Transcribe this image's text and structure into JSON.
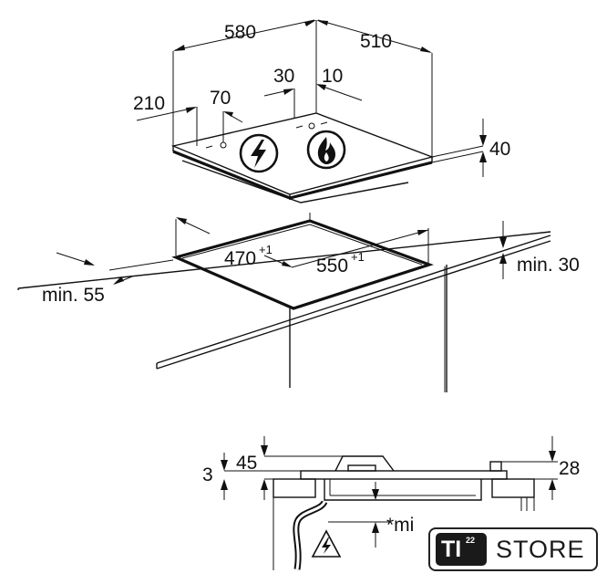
{
  "dimensions": {
    "width": "580",
    "depth": "510",
    "offset_left": "210",
    "offset_a": "70",
    "offset_b": "30",
    "offset_c": "10",
    "height": "40",
    "cutout_depth": "470",
    "cutout_depth_tol": "+1",
    "cutout_width": "550",
    "cutout_width_tol": "+1",
    "min_front": "min. 55",
    "min_top": "min. 30",
    "sec_45": "45",
    "sec_3": "3",
    "sec_28": "28",
    "sec_note": "*mi"
  },
  "icons": {
    "electric": "lightning-bolt-icon",
    "gas": "flame-icon",
    "warning": "electric-hazard-icon"
  },
  "logo": {
    "mark": "TI",
    "mark_sup": "22",
    "text": "STORE"
  }
}
